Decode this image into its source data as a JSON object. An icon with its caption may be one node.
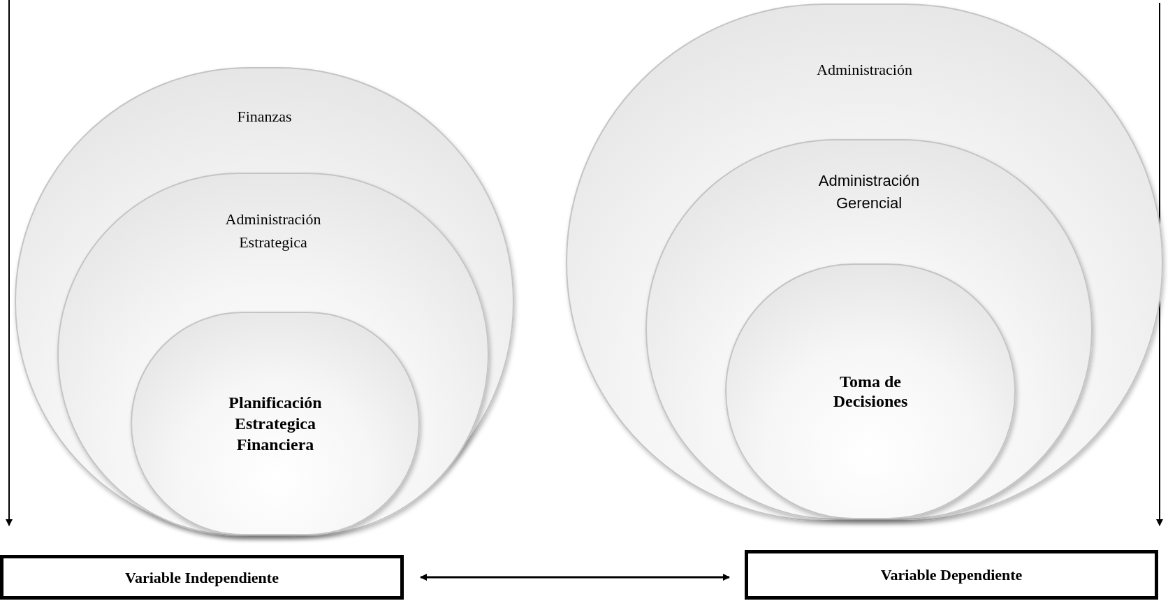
{
  "diagram": {
    "nodes": [
      {
        "text": [
          "Finanzas"
        ]
      },
      {
        "text": [
          "Administración Estrategica"
        ],
        "in": 0
      },
      {
        "text": [
          "Planificación Estrategica Financiera"
        ],
        "in": 1
      },
      {
        "text": [
          "Administración"
        ]
      },
      {
        "text": [
          "Administración Gerencial"
        ],
        "in": 3
      },
      {
        "text": [
          "Toma de Decisiones"
        ],
        "in": 4
      },
      {
        "text": [
          "Variable Independiente"
        ]
      },
      {
        "text": [
          "Variable Dependiente"
        ]
      }
    ],
    "edges": [
      {
        "from": 6,
        "to": 7,
        "arrow": "both"
      }
    ]
  }
}
